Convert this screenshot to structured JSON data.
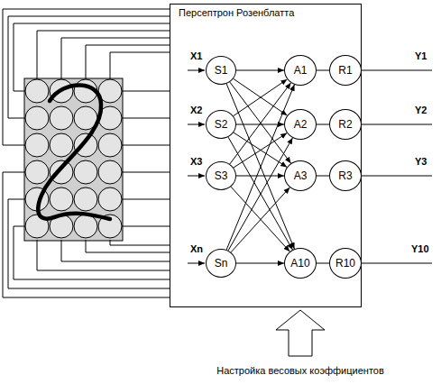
{
  "diagram": {
    "nodes": [
      {
        "text": [
          "Персептрон Розенблатта"
        ]
      },
      {
        "text": [
          "S1"
        ],
        "in": 0
      },
      {
        "text": [
          "S2"
        ],
        "in": 0
      },
      {
        "text": [
          "S3"
        ],
        "in": 0
      },
      {
        "text": [
          "Sn"
        ],
        "in": 0
      },
      {
        "text": [
          "A1"
        ],
        "in": 0
      },
      {
        "text": [
          "A2"
        ],
        "in": 0
      },
      {
        "text": [
          "A3"
        ],
        "in": 0
      },
      {
        "text": [
          "A10"
        ],
        "in": 0
      },
      {
        "text": [
          "R1"
        ],
        "in": 0
      },
      {
        "text": [
          "R2"
        ],
        "in": 0
      },
      {
        "text": [
          "R3"
        ],
        "in": 0
      },
      {
        "text": [
          "R10"
        ],
        "in": 0
      }
    ],
    "edges": [
      {
        "from": 1,
        "to": 5,
        "arrow": "to"
      },
      {
        "from": 1,
        "to": 6,
        "arrow": "to"
      },
      {
        "from": 1,
        "to": 7,
        "arrow": "to"
      },
      {
        "from": 1,
        "to": 8,
        "arrow": "to"
      },
      {
        "from": 2,
        "to": 5,
        "arrow": "to"
      },
      {
        "from": 2,
        "to": 6,
        "arrow": "to"
      },
      {
        "from": 2,
        "to": 7,
        "arrow": "to"
      },
      {
        "from": 2,
        "to": 8,
        "arrow": "to"
      },
      {
        "from": 3,
        "to": 5,
        "arrow": "to"
      },
      {
        "from": 3,
        "to": 6,
        "arrow": "to"
      },
      {
        "from": 3,
        "to": 7,
        "arrow": "to"
      },
      {
        "from": 3,
        "to": 8,
        "arrow": "to"
      },
      {
        "from": 4,
        "to": 5,
        "arrow": "to"
      },
      {
        "from": 4,
        "to": 6,
        "arrow": "to"
      },
      {
        "from": 4,
        "to": 7,
        "arrow": "to"
      },
      {
        "from": 4,
        "to": 8,
        "arrow": "to"
      },
      {
        "from": 5,
        "to": 9,
        "arrow": "none"
      },
      {
        "from": 6,
        "to": 10,
        "arrow": "none"
      },
      {
        "from": 7,
        "to": 11,
        "arrow": "none"
      },
      {
        "from": 8,
        "to": 12,
        "arrow": "none"
      }
    ],
    "labels": [
      "X1",
      "X2",
      "X3",
      "Xn",
      "Y1",
      "Y2",
      "Y3",
      "Y10",
      "Настройка весовых коэффициентов"
    ]
  }
}
